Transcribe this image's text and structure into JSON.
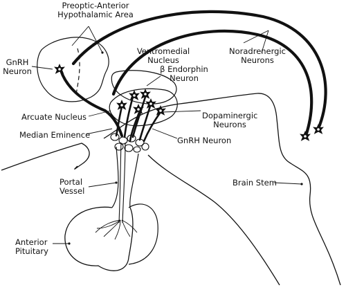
{
  "labels": {
    "preoptic_line1": "Preoptic-Anterior",
    "preoptic_line2": "Hypothalamic Area",
    "gnrh_left_line1": "GnRH",
    "gnrh_left_line2": "Neuron",
    "ventromedial_line1": "Ventromedial",
    "ventromedial_line2": "Nucleus",
    "endorphin_line1": "β Endorphin",
    "endorphin_line2": "Neuron",
    "noradrenergic_line1": "Noradrenergic",
    "noradrenergic_line2": "Neurons",
    "arcuate": "Arcuate Nucleus",
    "median_eminence": "Median Eminence",
    "dopaminergic_line1": "Dopaminergic",
    "dopaminergic_line2": "Neurons",
    "gnrh_bottom": "GnRH Neuron",
    "portal_line1": "Portal",
    "portal_line2": "Vessel",
    "brain_stem": "Brain Stem",
    "anterior_line1": "Anterior",
    "anterior_line2": "Pituitary"
  },
  "colors": {
    "ink": "#111111",
    "background": "#ffffff"
  }
}
